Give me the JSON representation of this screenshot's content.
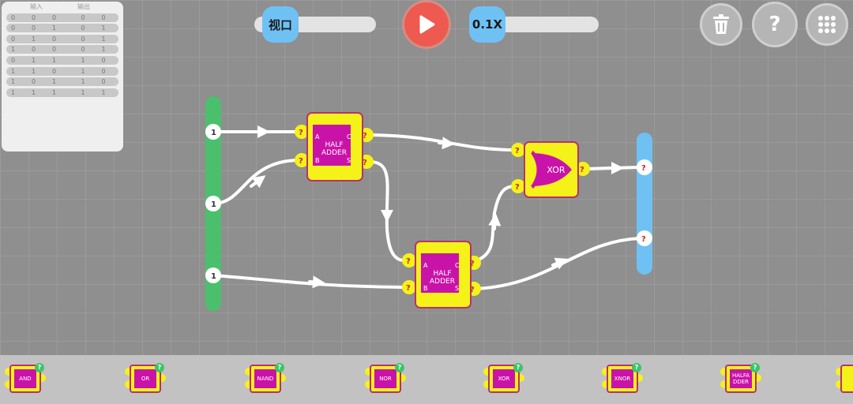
{
  "truth_table": {
    "headers": [
      "输入",
      "输出"
    ],
    "rows": [
      [
        "0",
        "0",
        "0",
        "0",
        "0"
      ],
      [
        "0",
        "0",
        "1",
        "0",
        "1"
      ],
      [
        "0",
        "1",
        "0",
        "0",
        "1"
      ],
      [
        "1",
        "0",
        "0",
        "0",
        "1"
      ],
      [
        "0",
        "1",
        "1",
        "1",
        "0"
      ],
      [
        "1",
        "1",
        "0",
        "1",
        "0"
      ],
      [
        "1",
        "0",
        "1",
        "1",
        "0"
      ],
      [
        "1",
        "1",
        "1",
        "1",
        "1"
      ]
    ]
  },
  "toolbar": {
    "viewport_label": "视口",
    "speed_label": "0.1X",
    "help_label": "?"
  },
  "inputs": [
    "1",
    "1",
    "1"
  ],
  "outputs": [
    "?",
    "?"
  ],
  "gates": {
    "half_adder_1": {
      "line1": "HALF",
      "line2": "ADDER",
      "a": "A",
      "b": "B",
      "c": "C",
      "s": "S",
      "pins": [
        "?",
        "?",
        "?",
        "?"
      ]
    },
    "half_adder_2": {
      "line1": "HALF",
      "line2": "ADDER",
      "a": "A",
      "b": "B",
      "c": "C",
      "s": "S",
      "pins": [
        "?",
        "?",
        "?",
        "?"
      ]
    },
    "xor": {
      "label": "XOR",
      "pins": [
        "?",
        "?",
        "?"
      ]
    }
  },
  "palette": [
    {
      "label": "AND",
      "badge": "?"
    },
    {
      "label": "OR",
      "badge": "?"
    },
    {
      "label": "NAND",
      "badge": "?"
    },
    {
      "label": "NOR",
      "badge": "?"
    },
    {
      "label": "XOR",
      "badge": "?"
    },
    {
      "label": "XNOR",
      "badge": "?"
    },
    {
      "label": "HALFADDER",
      "badge": "?"
    }
  ],
  "colors": {
    "input_bar": "#4bc06c",
    "output_bar": "#6fc1f3",
    "gate_body": "#f5f21a",
    "gate_inner": "#c913a8",
    "play": "#ee5a4f"
  }
}
